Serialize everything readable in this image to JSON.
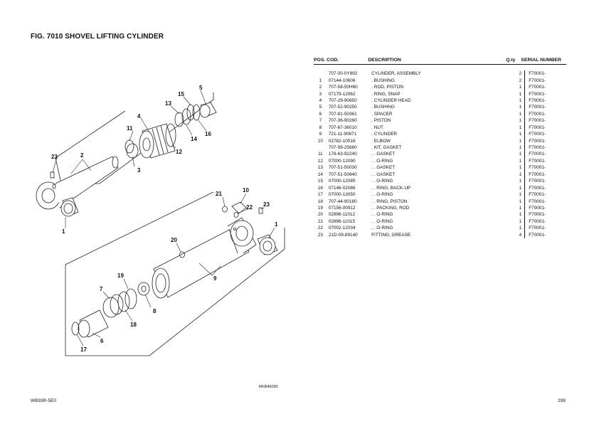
{
  "figure": {
    "title": "FIG. 7010 SHOVEL LIFTING CYLINDER"
  },
  "callouts": {
    "c1a": "1",
    "c1b": "1",
    "c2": "2",
    "c3": "3",
    "c4": "4",
    "c5": "5",
    "c6": "6",
    "c7": "7",
    "c8": "8",
    "c9": "9",
    "c10": "10",
    "c11": "11",
    "c12": "12",
    "c13": "13",
    "c14": "14",
    "c15": "15",
    "c16": "16",
    "c17": "17",
    "c18": "18",
    "c19": "19",
    "c20": "20",
    "c21": "21",
    "c22": "22",
    "c23a": "23",
    "c23b": "23"
  },
  "parts_table": {
    "headers": {
      "pos": "POS.",
      "code": "COD.",
      "description": "DESCRIPTION",
      "qty": "Q.ty",
      "serial": "SERIAL NUMBER"
    },
    "rows": [
      {
        "pos": "",
        "code": "707-00-0Y892",
        "description": "CYLINDER, ASSEMBLY",
        "qty": "2",
        "serial": "F70001-"
      },
      {
        "pos": "1",
        "code": "07144-10606",
        "description": ". BUSHING",
        "qty": "2",
        "serial": "F70001-"
      },
      {
        "pos": "2",
        "code": "707-58-50H60",
        "description": ". ROD, PISTON",
        "qty": "1",
        "serial": "F70001-"
      },
      {
        "pos": "3",
        "code": "07179-12062",
        "description": ". RING, SNAP",
        "qty": "1",
        "serial": "F70001-"
      },
      {
        "pos": "4",
        "code": "707-29-90650",
        "description": ". CYLINDER HEAD",
        "qty": "1",
        "serial": "F70001-"
      },
      {
        "pos": "5",
        "code": "707-52-90250",
        "description": ". BUSHING",
        "qty": "1",
        "serial": "F70001-"
      },
      {
        "pos": "6",
        "code": "707-81-50361",
        "description": ". SPACER",
        "qty": "1",
        "serial": "F70001-"
      },
      {
        "pos": "7",
        "code": "707-36-90260",
        "description": ". PISTON",
        "qty": "1",
        "serial": "F70001-"
      },
      {
        "pos": "8",
        "code": "707-67-36010",
        "description": ". NUT",
        "qty": "1",
        "serial": "F70001-"
      },
      {
        "pos": "9",
        "code": "721-11-90671",
        "description": ". CYLINDER",
        "qty": "1",
        "serial": "F70001-"
      },
      {
        "pos": "10",
        "code": "02782-10516",
        "description": ". ELBOW",
        "qty": "1",
        "serial": "F70001-"
      },
      {
        "pos": "",
        "code": "707-99-25660",
        "description": ". KIT, GASKET",
        "qty": "1",
        "serial": "F70001-"
      },
      {
        "pos": "11",
        "code": "176-63-92240",
        "description": ". . GASKET",
        "qty": "1",
        "serial": "F70001-"
      },
      {
        "pos": "12",
        "code": "07000-12090",
        "description": ". . O-RING",
        "qty": "1",
        "serial": "F70001-"
      },
      {
        "pos": "13",
        "code": "707-51-50030",
        "description": ". . GASKET",
        "qty": "1",
        "serial": "F70001-"
      },
      {
        "pos": "14",
        "code": "707-51-50640",
        "description": ". . GASKET",
        "qty": "1",
        "serial": "F70001-"
      },
      {
        "pos": "15",
        "code": "07000-12085",
        "description": ". . O-RING",
        "qty": "1",
        "serial": "F70001-"
      },
      {
        "pos": "16",
        "code": "07146-02086",
        "description": ". . RING, BACK-UP",
        "qty": "1",
        "serial": "F70001-"
      },
      {
        "pos": "17",
        "code": "07000-13050",
        "description": ". . O-RING",
        "qty": "1",
        "serial": "F70001-"
      },
      {
        "pos": "18",
        "code": "707-44-90180",
        "description": ". . RING, PISTON",
        "qty": "1",
        "serial": "F70001-"
      },
      {
        "pos": "19",
        "code": "07156-00912",
        "description": ". . PACKING, ROD",
        "qty": "1",
        "serial": "F70001-"
      },
      {
        "pos": "20",
        "code": "02896-11012",
        "description": ". . O-RING",
        "qty": "1",
        "serial": "F70001-"
      },
      {
        "pos": "21",
        "code": "02896-11015",
        "description": ". . O-RING",
        "qty": "1",
        "serial": "F70001-"
      },
      {
        "pos": "22",
        "code": "07002-12034",
        "description": ". . O-RING",
        "qty": "1",
        "serial": "F70001-"
      },
      {
        "pos": "23",
        "code": "21D-09-89140",
        "description": "FITTING, GREASE",
        "qty": "4",
        "serial": "F70001-"
      }
    ]
  },
  "footer": {
    "reference": "RKB46090",
    "model": "WB93R-5E0",
    "page": "299"
  }
}
